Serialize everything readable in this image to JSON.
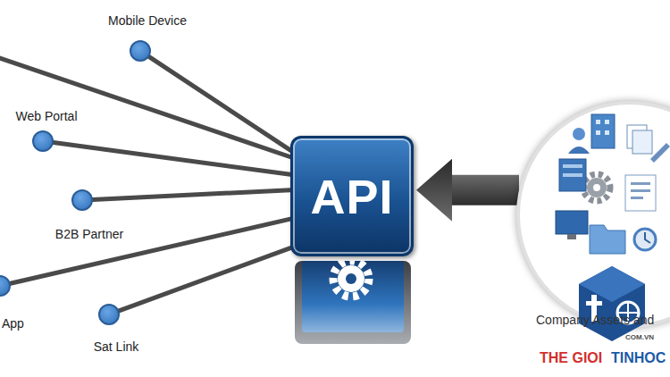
{
  "diagram": {
    "nodes": [
      {
        "text": [
          "Mobile Device"
        ]
      },
      {
        "text": [
          "Web Portal"
        ]
      },
      {
        "text": [
          "B2B Partner"
        ]
      },
      {
        "text": [
          "App"
        ]
      },
      {
        "text": [
          "Sat Link"
        ]
      },
      {
        "text": [
          "API"
        ]
      },
      {
        "text": [
          "Company Assets and"
        ]
      }
    ],
    "edges": [
      {
        "from": 0,
        "to": 5,
        "arrow": "none"
      },
      {
        "from": 1,
        "to": 5,
        "arrow": "none"
      },
      {
        "from": 2,
        "to": 5,
        "arrow": "none"
      },
      {
        "from": 3,
        "to": 5,
        "arrow": "none"
      },
      {
        "from": 4,
        "to": 5,
        "arrow": "none"
      },
      {
        "from": 6,
        "to": 5,
        "arrow": "to"
      }
    ],
    "labels": [
      "THE GIOI",
      "TINHOC",
      "COM.VN"
    ]
  }
}
